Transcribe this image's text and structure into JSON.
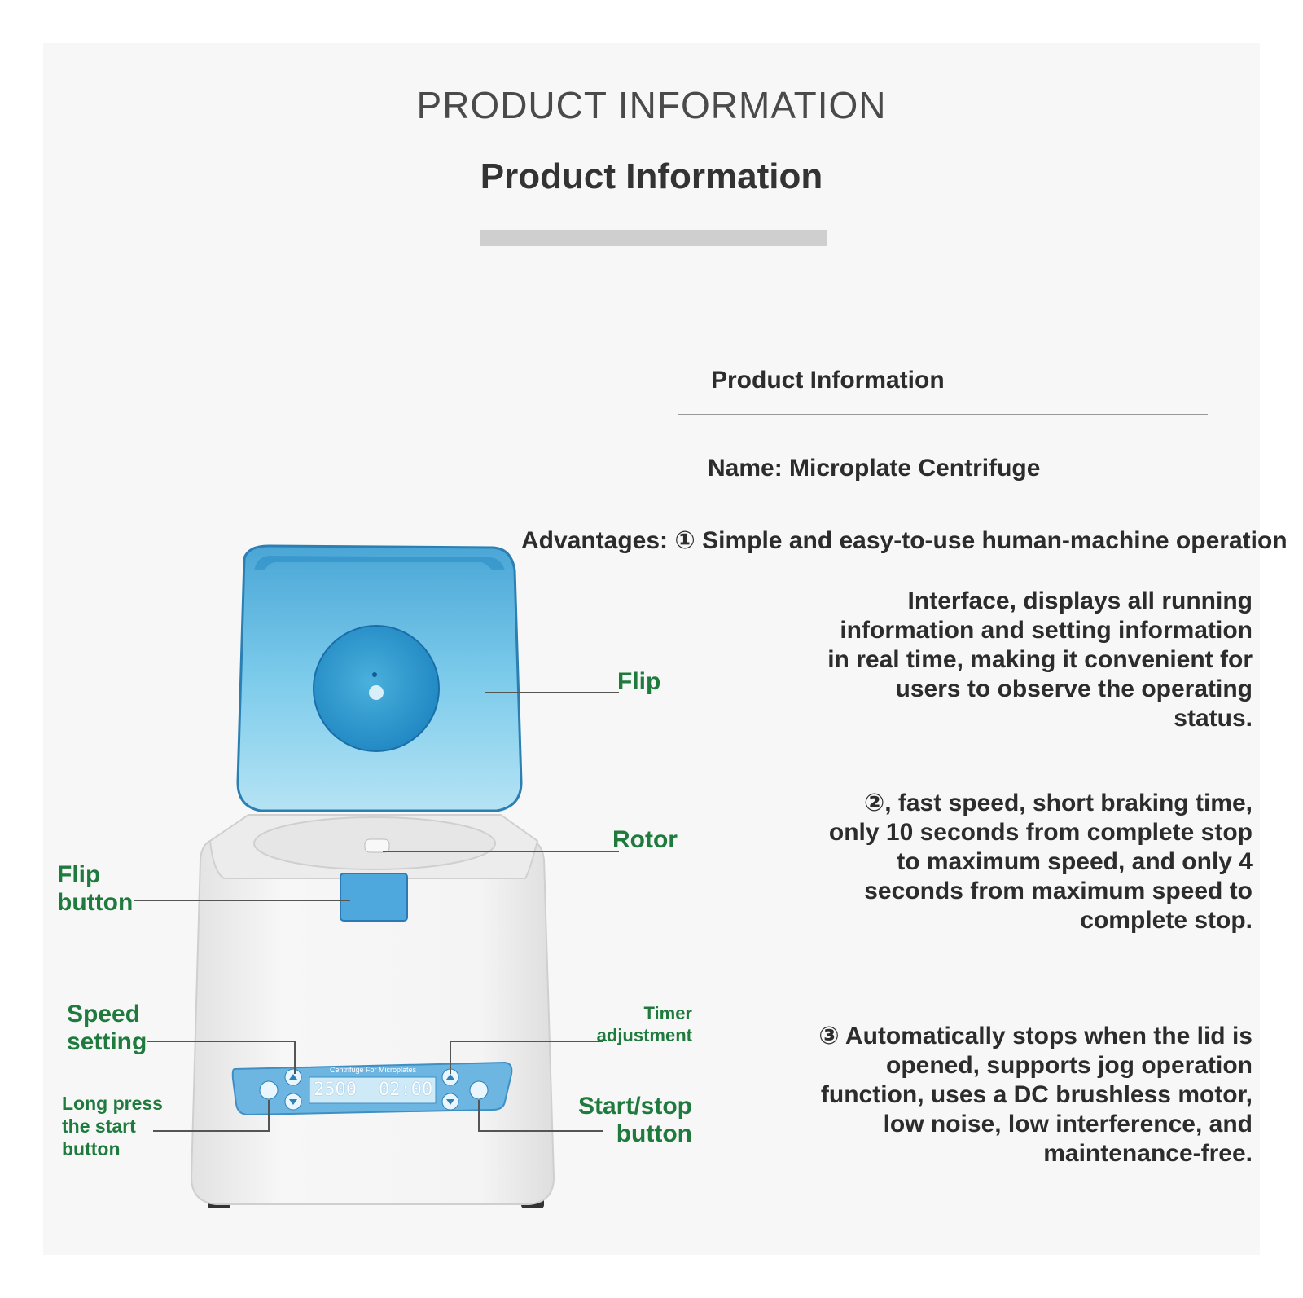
{
  "header": {
    "english": "PRODUCT INFORMATION",
    "title": "Product Information"
  },
  "info": {
    "section_title": "Product Information",
    "name_line": "Name: Microplate Centrifuge",
    "advantages_label": "Advantages: ",
    "advantage1_first": "① Simple and easy-to-use human-machine operation",
    "advantage1_rest": [
      "Interface, displays all running",
      "information and setting information",
      "in real time, making it convenient for",
      "users to observe the operating",
      "status."
    ],
    "advantage2": [
      "②, fast speed, short braking time,",
      "only 10 seconds from complete stop",
      "to maximum speed, and only 4",
      "seconds from maximum speed to",
      "complete stop."
    ],
    "advantage3": [
      "③ Automatically stops when the lid is",
      "opened, supports jog operation",
      "function, uses a DC brushless motor,",
      "low noise, low interference, and",
      "maintenance-free."
    ]
  },
  "callouts": {
    "flip": "Flip",
    "rotor": "Rotor",
    "flip_button_1": "Flip",
    "flip_button_2": "button",
    "speed_setting_1": "Speed",
    "speed_setting_2": "setting",
    "timer_1": "Timer",
    "timer_2": "adjustment",
    "long_press_1": "Long press",
    "long_press_2": "the start",
    "long_press_3": "button",
    "start_stop_1": "Start/stop",
    "start_stop_2": "button"
  },
  "device": {
    "panel_label": "Centrifuge For Microplates",
    "display_speed": "2500",
    "display_time": "02:00",
    "lid_color": "#6cc3e8",
    "body_color": "#f2f2f2",
    "accent_color": "#3a86c8"
  }
}
